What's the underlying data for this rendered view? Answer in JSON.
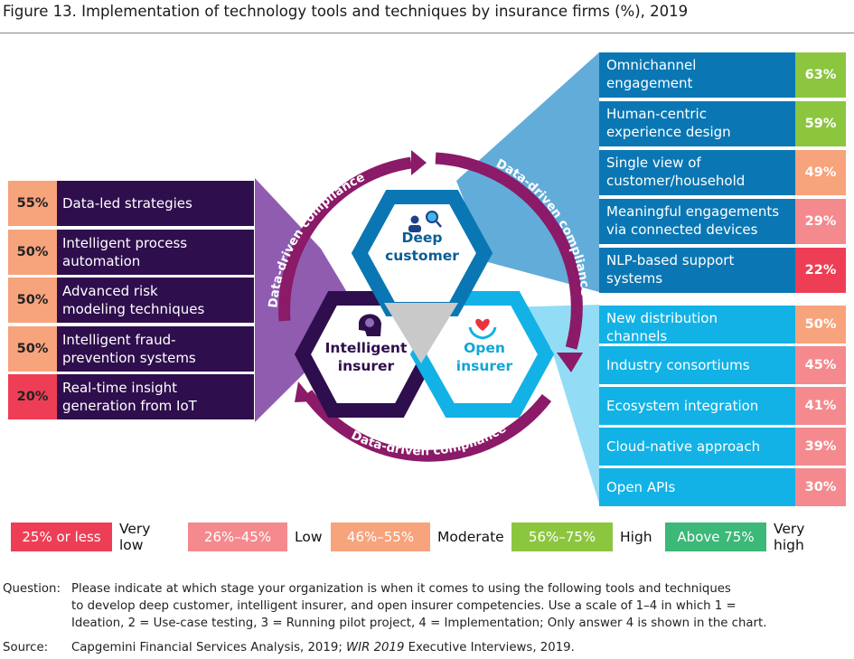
{
  "title": "Figure 13. Implementation of technology tools and techniques by insurance firms (%), 2019",
  "center": {
    "ring_label": "Data-driven compliance",
    "deep": "Deep\ncustomer",
    "intelligent": "Intelligent\ninsurer",
    "open": "Open\ninsurer"
  },
  "intelligent_insurer": [
    {
      "pct": "55%",
      "label": "Data-led strategies",
      "level": "moderate"
    },
    {
      "pct": "50%",
      "label": "Intelligent process\nautomation",
      "level": "moderate"
    },
    {
      "pct": "50%",
      "label": "Advanced risk\nmodeling techniques",
      "level": "moderate"
    },
    {
      "pct": "50%",
      "label": "Intelligent fraud-\nprevention systems",
      "level": "moderate"
    },
    {
      "pct": "20%",
      "label": "Real-time insight\ngeneration from IoT",
      "level": "very_low"
    }
  ],
  "deep_customer": [
    {
      "pct": "63%",
      "label": "Omnichannel\nengagement",
      "level": "high"
    },
    {
      "pct": "59%",
      "label": "Human-centric\nexperience design",
      "level": "high"
    },
    {
      "pct": "49%",
      "label": "Single view of\ncustomer/household",
      "level": "moderate"
    },
    {
      "pct": "29%",
      "label": "Meaningful engagements\nvia connected devices",
      "level": "low"
    },
    {
      "pct": "22%",
      "label": "NLP-based support\nsystems",
      "level": "very_low"
    }
  ],
  "open_insurer": [
    {
      "pct": "50%",
      "label": "New distribution\nchannels",
      "level": "moderate"
    },
    {
      "pct": "45%",
      "label": "Industry consortiums",
      "level": "low"
    },
    {
      "pct": "41%",
      "label": "Ecosystem integration",
      "level": "low"
    },
    {
      "pct": "39%",
      "label": "Cloud-native approach",
      "level": "low"
    },
    {
      "pct": "30%",
      "label": "Open APIs",
      "level": "low"
    }
  ],
  "legend": [
    {
      "range": "25% or less",
      "label": "Very low",
      "color": "#ee3e55"
    },
    {
      "range": "26%–45%",
      "label": "Low",
      "color": "#f48a8e"
    },
    {
      "range": "46%–55%",
      "label": "Moderate",
      "color": "#f7a37c"
    },
    {
      "range": "56%–75%",
      "label": "High",
      "color": "#8cc63f"
    },
    {
      "range": "Above 75%",
      "label": "Very high",
      "color": "#3cb878"
    }
  ],
  "colors": {
    "very_low": "#ee3e55",
    "low": "#f48a8e",
    "moderate": "#f7a37c",
    "high": "#8cc63f",
    "very_high": "#3cb878",
    "purple_dark": "#2f0e4d",
    "deep_blue": "#0a77b4",
    "open_blue": "#12b2e6",
    "ring": "#8b1a68"
  },
  "footer": {
    "question_key": "Question:",
    "question": "Please indicate at which stage your organization is when it comes to using the following tools and techniques\nto develop deep customer, intelligent insurer, and open insurer competencies. Use a scale of 1–4 in which 1 =\nIdeation, 2 = Use-case testing, 3 = Running pilot project, 4 = Implementation; Only answer 4 is shown in the chart.",
    "source_key": "Source:",
    "source_pre": "Capgemini Financial Services Analysis, 2019; ",
    "source_em": "WIR 2019",
    "source_post": " Executive Interviews, 2019."
  }
}
